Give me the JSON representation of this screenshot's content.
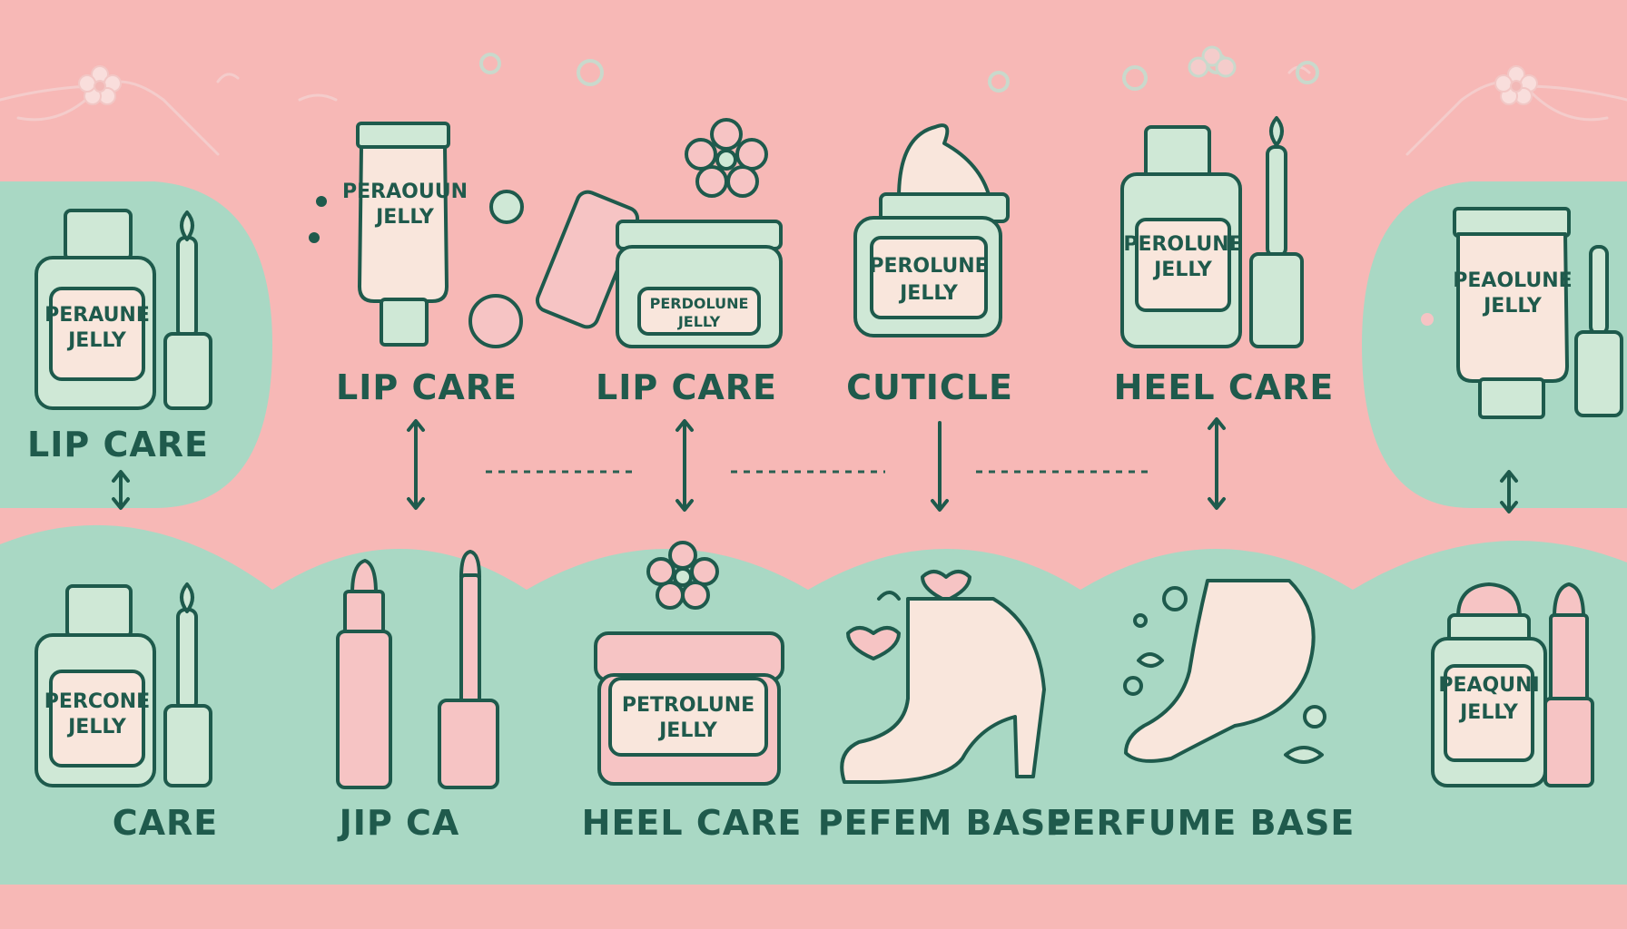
{
  "colors": {
    "background": "#f7b8b6",
    "panel": "#a9d8c4",
    "line": "#1e5a4c",
    "mint_fill": "#cfe8d6",
    "pink_fill": "#f6c4c4",
    "label_fill": "#f9e6dc"
  },
  "top_row": {
    "items": [
      {
        "label": "LIP CARE",
        "jar_label": [
          "PERAUNE",
          "JELLY"
        ],
        "icon": "bottle-and-applicator-icon"
      },
      {
        "label": "LIP CARE",
        "jar_label": [
          "PERAOUUN",
          "JELLY"
        ],
        "icon": "tube-icon"
      },
      {
        "label": "LIP CARE",
        "jar_label": [
          "PERDOLUNE",
          "JELLY"
        ],
        "icon": "open-jar-icon"
      },
      {
        "label": "CUTICLE",
        "jar_label": [
          "PEROLUNE",
          "JELLY"
        ],
        "icon": "cream-jar-icon"
      },
      {
        "label": "HEEL CARE",
        "jar_label": [
          "PEROLUNE",
          "JELLY"
        ],
        "icon": "bottle-and-applicator-icon"
      },
      {
        "label": "",
        "jar_label": [
          "PEAOLUNE",
          "JELLY"
        ],
        "icon": "tube-and-applicator-icon"
      }
    ]
  },
  "bottom_row": {
    "items": [
      {
        "label": "CARE",
        "jar_label": [
          "PERCONE",
          "JELLY"
        ],
        "icon": "bottle-and-applicator-icon"
      },
      {
        "label": "JIP CA",
        "jar_label": [],
        "icon": "lipstick-icon"
      },
      {
        "label": "HEEL CARE",
        "jar_label": [
          "PETROLUNE",
          "JELLY"
        ],
        "icon": "jar-icon"
      },
      {
        "label": "PEFEM BASE",
        "jar_label": [],
        "icon": "high-heel-shoe-icon"
      },
      {
        "label": "PERFUME BASE",
        "jar_label": [],
        "icon": "foot-icon"
      },
      {
        "label": "",
        "jar_label": [
          "PEAQUNI",
          "JELLY"
        ],
        "icon": "jar-and-lipstick-icon"
      }
    ]
  }
}
